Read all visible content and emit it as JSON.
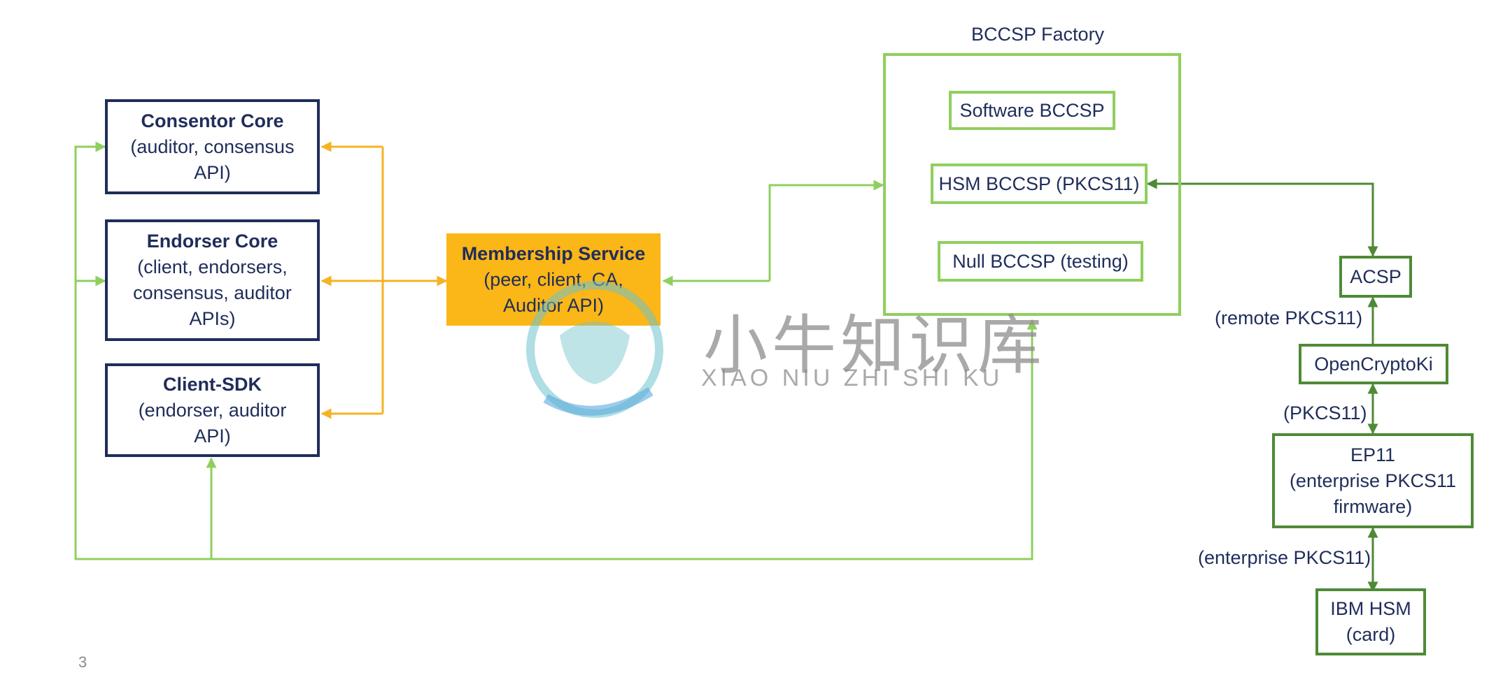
{
  "diagram": {
    "left_boxes": [
      {
        "title": "Consentor Core",
        "lines": [
          "(auditor, consensus",
          "API)"
        ]
      },
      {
        "title": "Endorser Core",
        "lines": [
          "(client, endorsers,",
          "consensus, auditor",
          "APIs)"
        ]
      },
      {
        "title": "Client-SDK",
        "lines": [
          "(endorser, auditor",
          "API)"
        ]
      }
    ],
    "membership": {
      "title": "Membership Service",
      "lines": [
        "(peer, client, CA,",
        "Auditor API)"
      ]
    },
    "factory": {
      "label": "BCCSP Factory",
      "items": [
        "Software BCCSP",
        "HSM BCCSP (PKCS11)",
        "Null BCCSP (testing)"
      ]
    },
    "hsm_chain": {
      "acsp": "ACSP",
      "remote_label": "(remote PKCS11)",
      "opencryptoki": "OpenCryptoKi",
      "pkcs11_label": "(PKCS11)",
      "ep11": [
        "EP11",
        "(enterprise PKCS11",
        "firmware)"
      ],
      "enterprise_label": "(enterprise PKCS11)",
      "ibm_hsm": [
        "IBM HSM",
        "(card)"
      ]
    },
    "page_number": "3"
  },
  "watermark": {
    "text_cn": "小牛知识库",
    "text_en": "XIAO NIU ZHI SHI KU"
  },
  "colors": {
    "navy": "#1f2d5a",
    "light_green": "#8fcf5e",
    "dark_green": "#4e8a36",
    "orange": "#fbb617",
    "arrow_orange": "#f5b324"
  }
}
